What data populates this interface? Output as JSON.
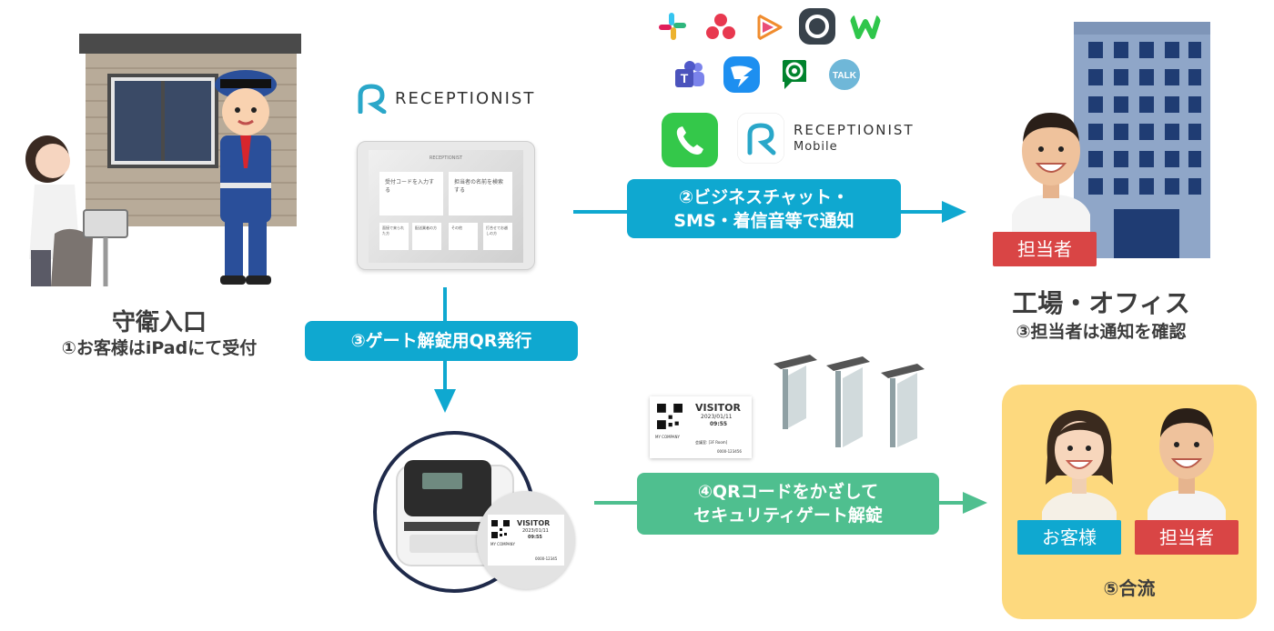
{
  "brand": {
    "name": "RECEPTIONIST",
    "mobile_name": "RECEPTIONIST",
    "mobile_sub": "Mobile"
  },
  "guard_entrance": {
    "title": "守衛入口",
    "step1": "①お客様はiPadにて受付"
  },
  "factory": {
    "title": "工場・オフィス",
    "step3b": "③担当者は通知を確認",
    "person_tag": "担当者"
  },
  "notify_banner": {
    "line1": "②ビジネスチャット・",
    "line2": "SMS・着信音等で通知",
    "color": "#0fa8d0"
  },
  "qr_banner": {
    "label": "③ゲート解錠用QR発行",
    "color": "#0fa8d0"
  },
  "gate_banner": {
    "line1": "④QRコードをかざして",
    "line2": "セキュリティゲート解錠",
    "color": "#4fbf8f"
  },
  "meeting": {
    "guest_tag": "お客様",
    "staff_tag": "担当者",
    "step5": "⑤合流",
    "bg_color": "#fdd97e"
  },
  "ipad_screen": {
    "brand": "RECEPTIONIST",
    "btn1": "受付コードを入力する",
    "btn2": "担当者の名前を検索する",
    "small1": "面接で来られた方",
    "small2": "配送業者の方",
    "small3": "その他",
    "small4": "打合せでお越しの方"
  },
  "visitor_card": {
    "title": "VISITOR",
    "date": "2023/01/11",
    "time": "09:55",
    "company": "MY COMPANY",
    "room": "会議室: [3F Room]",
    "code": "0000-123456"
  },
  "visitor_card_small": {
    "title": "VISITOR",
    "date": "2023/01/11",
    "time": "09:55",
    "company": "MY COMPANY",
    "code": "0000-12345"
  },
  "icons": [
    "slack-icon",
    "asana-icon",
    "chatwork-icon",
    "workplace-icon",
    "lineworks-icon",
    "teams-icon",
    "dingtalk-icon",
    "google-chat-icon",
    "worldtalk-icon",
    "phone-icon",
    "receptionist-mobile-icon"
  ]
}
